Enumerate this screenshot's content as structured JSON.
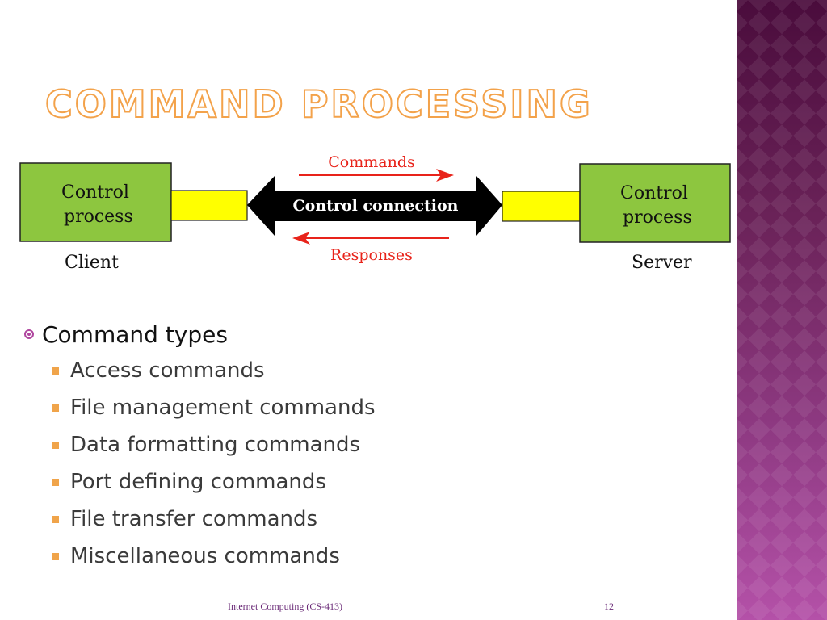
{
  "slide": {
    "title": "Command Processing",
    "footer": "Internet Computing (CS-413)",
    "page_number": "12"
  },
  "diagram": {
    "left_box_label_line1": "Control",
    "left_box_label_line2": "process",
    "right_box_label_line1": "Control",
    "right_box_label_line2": "process",
    "connection_label": "Control connection",
    "commands_label": "Commands",
    "responses_label": "Responses",
    "client_label": "Client",
    "server_label": "Server",
    "colors": {
      "box_fill": "#8dc63f",
      "connector_fill": "#ffff00",
      "arrow_fill": "#000000",
      "flow_arrow": "#e8231a"
    }
  },
  "content": {
    "heading": "Command types",
    "items": [
      "Access commands",
      "File management commands",
      "Data formatting commands",
      "Port defining commands",
      "File transfer commands",
      "Miscellaneous commands"
    ]
  },
  "colors": {
    "title_outline": "#f3a24a",
    "accent_purple": "#b0479f",
    "bullet_square": "#f0a44a"
  }
}
